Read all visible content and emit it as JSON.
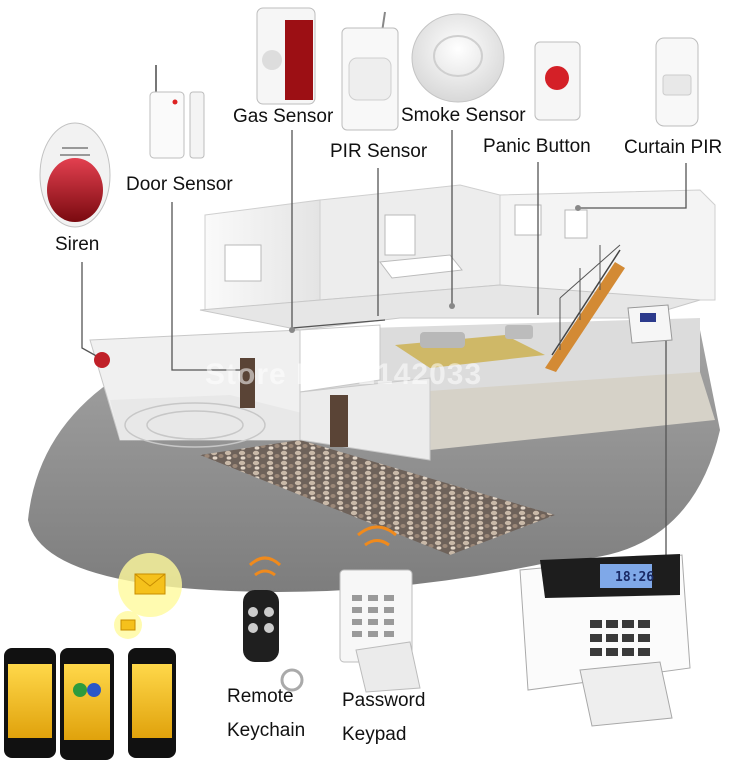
{
  "labels": {
    "gas_sensor": "Gas Sensor",
    "smoke_sensor": "Smoke Sensor",
    "pir_sensor": "PIR Sensor",
    "panic_button": "Panic Button",
    "curtain_pir": "Curtain PIR",
    "door_sensor": "Door Sensor",
    "siren": "Siren",
    "remote_keychain_line1": "Remote",
    "remote_keychain_line2": "Keychain",
    "password_keypad_line1": "Password",
    "password_keypad_line2": "Keypad"
  },
  "watermark": "Store No: 2142033",
  "panel_display": "18:26",
  "colors": {
    "floor": "#8f8f8f",
    "wall": "#f1f1f1",
    "siren_red": "#b3121c",
    "phone_yellow": "#f3c316",
    "wifi_orange": "#f08a1c"
  }
}
